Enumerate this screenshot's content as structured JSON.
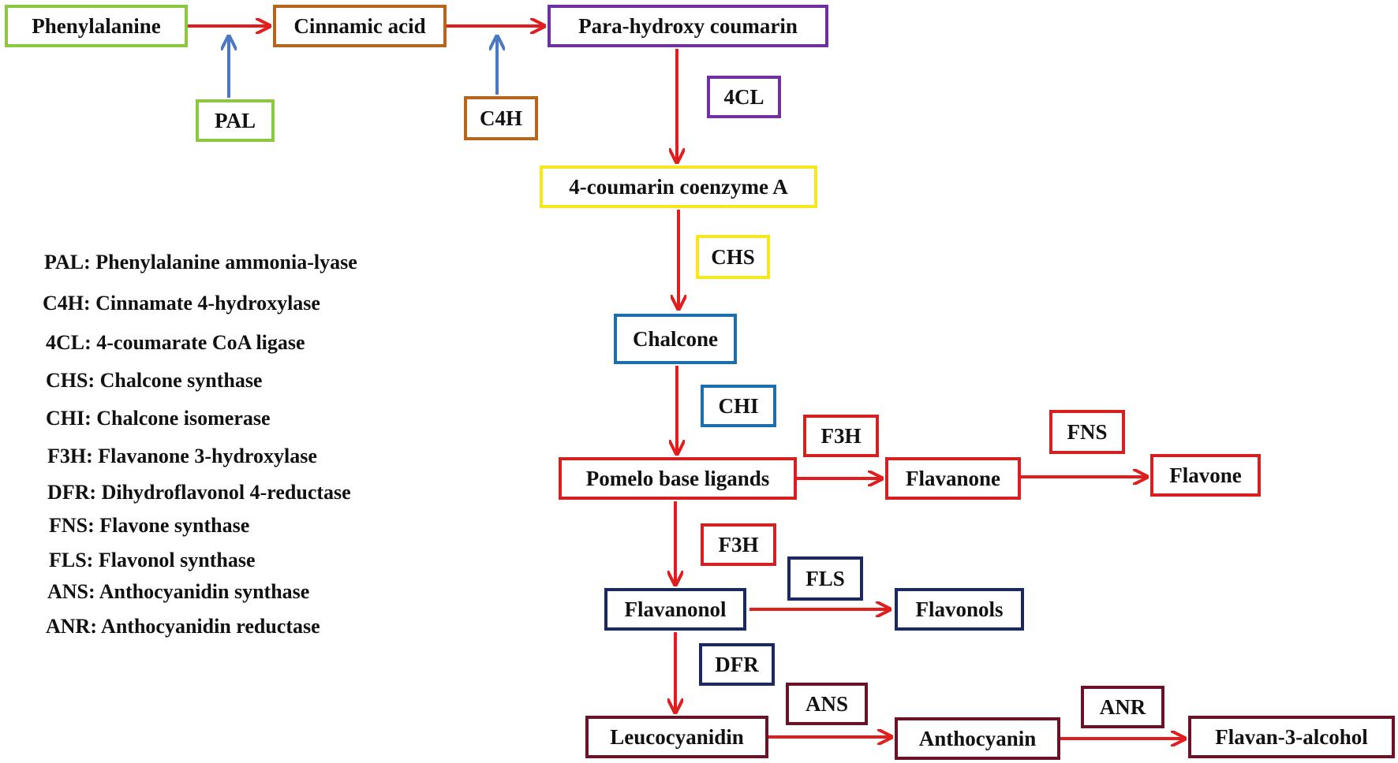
{
  "colors": {
    "arrow_main": "#e11d1d",
    "arrow_enzyme": "#4a78c2",
    "green": "#8dc63f",
    "brown": "#b5651d",
    "purple": "#7030a0",
    "yellow": "#f5e61e",
    "blue": "#1a6fb0",
    "red": "#d42020",
    "navy": "#1b2a5e",
    "maroon": "#6b1326"
  },
  "nodes": {
    "phenylalanine": "Phenylalanine",
    "cinnamic_acid": "Cinnamic acid",
    "para_hydroxy_coumarin": "Para-hydroxy coumarin",
    "coumarin_coa": "4-coumarin coenzyme A",
    "chalcone": "Chalcone",
    "pomelo_base_ligands": "Pomelo base ligands",
    "flavanone": "Flavanone",
    "flavone": "Flavone",
    "flavanonol": "Flavanonol",
    "flavonols": "Flavonols",
    "leucocyanidin": "Leucocyanidin",
    "anthocyanin": "Anthocyanin",
    "flavan_3_alcohol": "Flavan-3-alcohol"
  },
  "enzymes": {
    "pal": "PAL",
    "c4h": "C4H",
    "4cl": "4CL",
    "chs": "CHS",
    "chi": "CHI",
    "f3h_a": "F3H",
    "fns": "FNS",
    "f3h_b": "F3H",
    "fls": "FLS",
    "dfr": "DFR",
    "ans": "ANS",
    "anr": "ANR"
  },
  "legend": [
    "PAL: Phenylalanine ammonia-lyase",
    "C4H: Cinnamate 4-hydroxylase",
    "4CL: 4-coumarate CoA ligase",
    "CHS: Chalcone synthase",
    "CHI: Chalcone isomerase",
    "F3H: Flavanone 3-hydroxylase",
    "DFR: Dihydroflavonol 4-reductase",
    "FNS: Flavone synthase",
    "FLS: Flavonol synthase",
    "ANS: Anthocyanidin synthase",
    "ANR: Anthocyanidin reductase"
  ]
}
